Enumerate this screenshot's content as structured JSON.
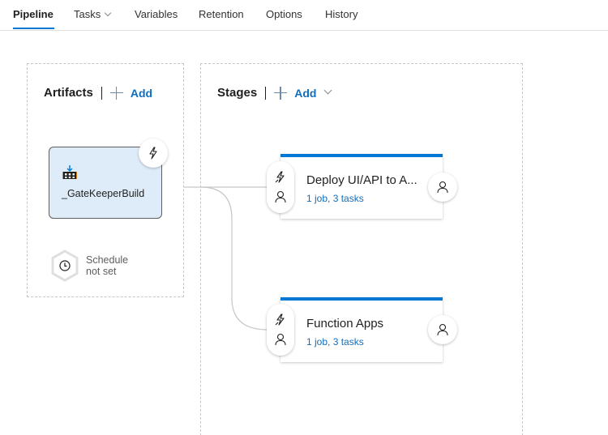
{
  "tabs": [
    {
      "label": "Pipeline",
      "active": true
    },
    {
      "label": "Tasks",
      "has_dropdown": true
    },
    {
      "label": "Variables"
    },
    {
      "label": "Retention"
    },
    {
      "label": "Options"
    },
    {
      "label": "History"
    }
  ],
  "artifacts": {
    "title": "Artifacts",
    "add_label": "Add",
    "items": [
      {
        "name": "_GateKeeperBuild",
        "icon": "build-artifact-icon",
        "trigger_icon": "lightning-icon"
      }
    ],
    "schedule": {
      "line1": "Schedule",
      "line2": "not set",
      "icon": "clock-icon"
    }
  },
  "stages": {
    "title": "Stages",
    "add_label": "Add",
    "items": [
      {
        "name": "Deploy UI/API to A...",
        "summary": "1 job, 3 tasks",
        "pre_icons": [
          "lightning-icon",
          "person-icon"
        ],
        "post_icon": "person-icon"
      },
      {
        "name": "Function Apps",
        "summary": "1 job, 3 tasks",
        "pre_icons": [
          "lightning-icon",
          "person-icon"
        ],
        "post_icon": "person-icon"
      }
    ]
  },
  "colors": {
    "accent": "#0078d4",
    "link": "#106ebe",
    "artifact_bg": "#deecf9",
    "dashed_border": "#c8c6c4"
  }
}
